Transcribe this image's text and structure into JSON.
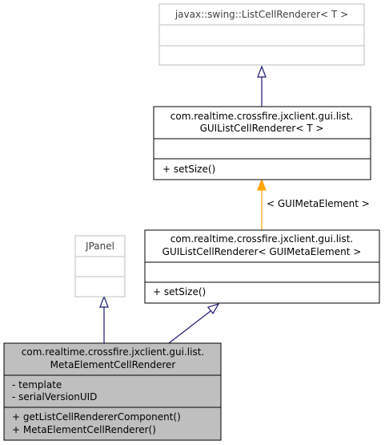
{
  "classes": {
    "list_cell_renderer": {
      "title": [
        "javax::swing::ListCellRenderer< T >"
      ],
      "attributes": [],
      "methods": [],
      "title_color": "#404040",
      "border_color": "#bfbfbf",
      "fill": "#ffffff"
    },
    "gui_list_cell_renderer_t": {
      "title": [
        "com.realtime.crossfire.jxclient.gui.list.",
        "GUIListCellRenderer< T >"
      ],
      "attributes": [],
      "methods": [
        "+ setSize()"
      ],
      "title_color": "#000000",
      "border_color": "#000000",
      "fill": "#ffffff"
    },
    "gui_list_cell_renderer_meta": {
      "title": [
        "com.realtime.crossfire.jxclient.gui.list.",
        "GUIListCellRenderer< GUIMetaElement >"
      ],
      "attributes": [],
      "methods": [
        "+ setSize()"
      ],
      "title_color": "#000000",
      "border_color": "#000000",
      "fill": "#ffffff"
    },
    "jpanel": {
      "title": [
        "JPanel"
      ],
      "attributes": [],
      "methods": [],
      "title_color": "#404040",
      "border_color": "#bfbfbf",
      "fill": "#ffffff"
    },
    "meta_element_cell_renderer": {
      "title": [
        "com.realtime.crossfire.jxclient.gui.list.",
        "MetaElementCellRenderer"
      ],
      "attributes": [
        "- template",
        "- serialVersionUID"
      ],
      "methods": [
        "+ getListCellRendererComponent()",
        "+ MetaElementCellRenderer()"
      ],
      "title_color": "#000000",
      "border_color": "#000000",
      "fill": "#bfbfbf"
    }
  },
  "edges": {
    "template_binding_label": "< GUIMetaElement >",
    "inheritance_color": "#191970",
    "template_color": "#ffa500"
  }
}
